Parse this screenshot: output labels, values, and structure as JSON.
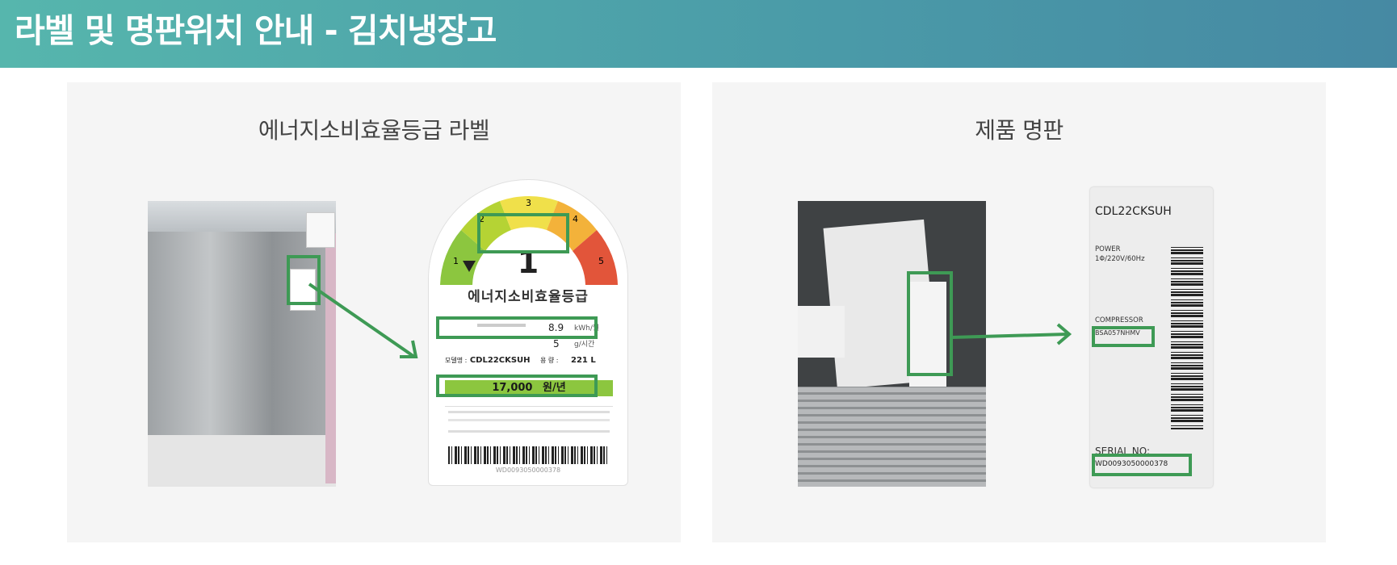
{
  "header": {
    "title": "라벨 및 명판위치 안내 - 김치냉장고"
  },
  "left_panel": {
    "title": "에너지소비효율등급 라벨",
    "label": {
      "grade": "1",
      "grade_scale": [
        "1",
        "2",
        "3",
        "4",
        "5"
      ],
      "heading": "에너지소비효율등급",
      "monthly_power_value": "8.9",
      "monthly_power_unit": "kWh/월",
      "co2_value": "5",
      "co2_unit": "g/시간",
      "model_prefix": "모델명 :",
      "model": "CDL22CKSUH",
      "capacity_prefix": "용 량 :",
      "capacity": "221 L",
      "cost_value": "17,000",
      "cost_unit": "원/년",
      "serial": "WD0093050000378"
    }
  },
  "right_panel": {
    "title": "제품 명판",
    "nameplate": {
      "model": "CDL22CKSUH",
      "power_label": "POWER",
      "power_value": "1Φ/220V/60Hz",
      "compressor_label": "COMPRESSOR",
      "compressor_value": "BSA057NHMV",
      "serial_label": "SERIAL NO:",
      "serial_value": "WD0093050000378"
    }
  },
  "colors": {
    "header_start": "#56b6ad",
    "header_end": "#4689a3",
    "highlight_green": "#3e9a55",
    "panel_bg": "#f5f5f5"
  }
}
